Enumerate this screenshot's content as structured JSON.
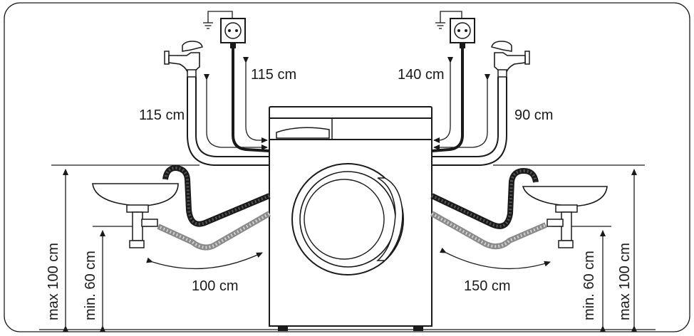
{
  "labels": {
    "left_hose_top": "115 cm",
    "left_cable": "115 cm",
    "right_cable": "140 cm",
    "right_hose_top": "90 cm",
    "left_drain": "100 cm",
    "right_drain": "150 cm",
    "left_max": "max 100 cm",
    "left_min": "min. 60 cm",
    "right_min": "min. 60 cm",
    "right_max": "max 100 cm"
  },
  "colors": {
    "line": "#1a1a1a",
    "drain_hose_dark": "#2b2b2b",
    "drain_hose_grey": "#a8a8a8"
  },
  "icons": [
    "ground-symbol-icon",
    "power-socket-icon",
    "water-tap-icon",
    "sink-icon",
    "washing-machine-icon"
  ]
}
